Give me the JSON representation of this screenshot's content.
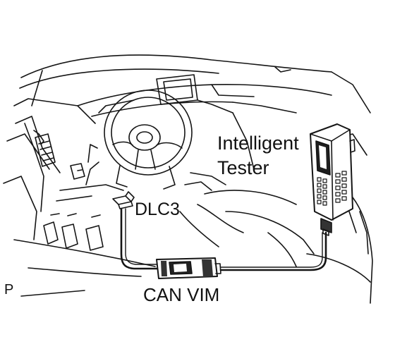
{
  "labels": {
    "tester_line1": "Intelligent",
    "tester_line2": "Tester",
    "dlc3": "DLC3",
    "can_vim": "CAN VIM",
    "figure_mark": "P"
  }
}
